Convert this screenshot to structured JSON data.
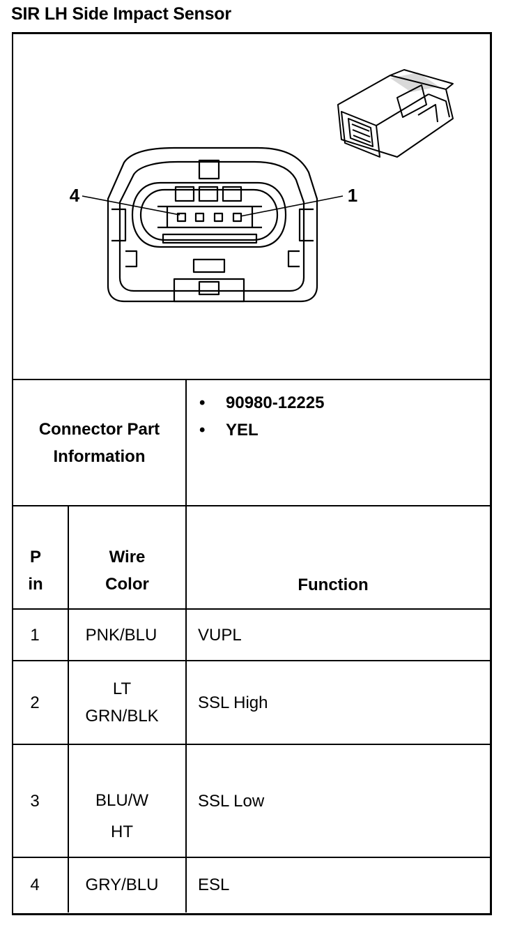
{
  "title": "SIR LH Side Impact Sensor",
  "diagram": {
    "pin_label_left": "4",
    "pin_label_right": "1"
  },
  "connector_info": {
    "label_line1": "Connector Part",
    "label_line2": "Information",
    "items": [
      "90980-12225",
      "YEL"
    ]
  },
  "table": {
    "headers": {
      "pin_line1": "P",
      "pin_line2": "in",
      "wire_line1": "Wire",
      "wire_line2": "Color",
      "function": "Function"
    },
    "rows": [
      {
        "pin": "1",
        "wire_line1": "PNK/BLU",
        "wire_line2": "",
        "function": "VUPL"
      },
      {
        "pin": "2",
        "wire_line1": "LT",
        "wire_line2": "GRN/BLK",
        "function": "SSL High"
      },
      {
        "pin": "3",
        "wire_line1": "BLU/W",
        "wire_line2": "HT",
        "function": "SSL Low"
      },
      {
        "pin": "4",
        "wire_line1": "GRY/BLU",
        "wire_line2": "",
        "function": "ESL"
      }
    ]
  }
}
